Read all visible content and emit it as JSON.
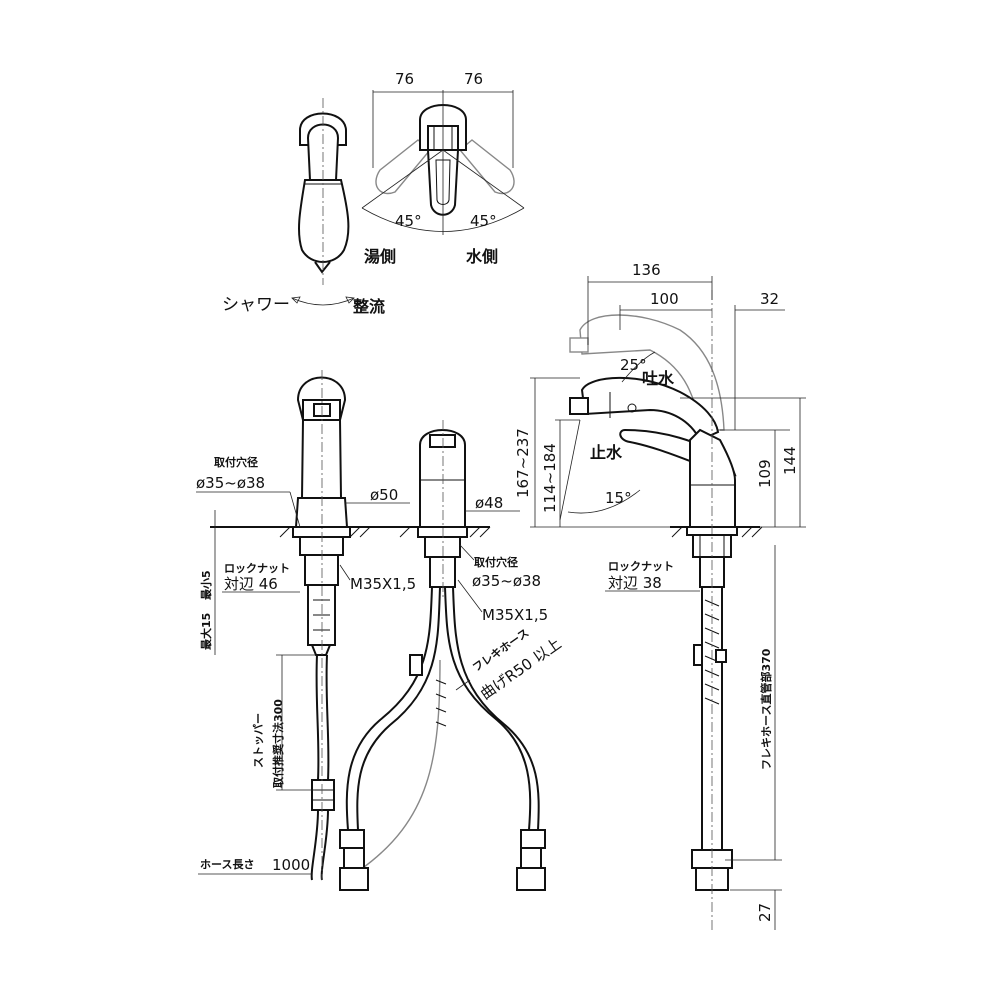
{
  "dims": {
    "d76_left": "76",
    "d76_right": "76",
    "angle_45_left": "45°",
    "angle_45_right": "45°",
    "hot_side": "湯側",
    "cold_side": "水側",
    "shower": "シャワー",
    "straight": "整流",
    "d136": "136",
    "d100": "100",
    "d32": "32",
    "angle_25": "25°",
    "spout_water": "吐水",
    "stop_water": "止水",
    "angle_15": "15°",
    "range_167_237": "167~237",
    "range_114_184": "114~184",
    "d109": "109",
    "d144": "144",
    "mount_hole_label_1": "取付穴径",
    "mount_hole_value_1": "ø35~ø38",
    "dia_50": "ø50",
    "dia_48": "ø48",
    "mount_hole_label_2": "取付穴径",
    "mount_hole_value_2": "ø35~ø38",
    "locknut_label_1": "ロックナット",
    "locknut_value_1": "対辺 46",
    "thread_1": "M35X1,5",
    "thread_2": "M35X1,5",
    "locknut_label_2": "ロックナット",
    "locknut_value_2": "対辺 38",
    "min_5": "最小5",
    "max_15": "最大15",
    "flex_hose": "フレキホース",
    "bend_r50": "曲げR50 以上",
    "stopper": "ストッパー",
    "stopper_300": "取付推奨寸法300",
    "flex_hose_370": "フレキホース直管部370",
    "hose_length_label": "ホース長さ",
    "hose_length_value": "1000",
    "d27": "27"
  }
}
